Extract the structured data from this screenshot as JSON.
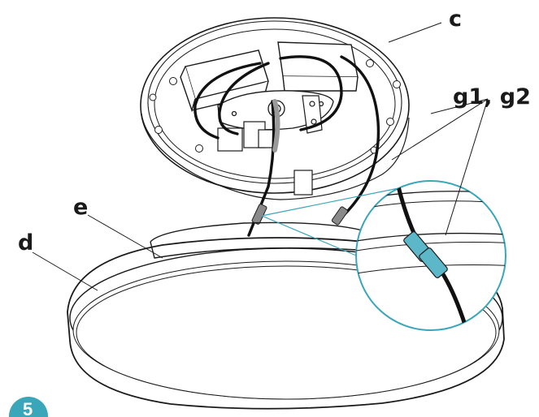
{
  "labels": {
    "c": "c",
    "d": "d",
    "e": "e",
    "g": "g1, g2"
  },
  "step_badge": {
    "number": "5",
    "color": "#3aa6b9"
  },
  "colors": {
    "line": "#1a1a1a",
    "accent": "#3aa6b9",
    "connector_fill": "#5cb8c9"
  }
}
